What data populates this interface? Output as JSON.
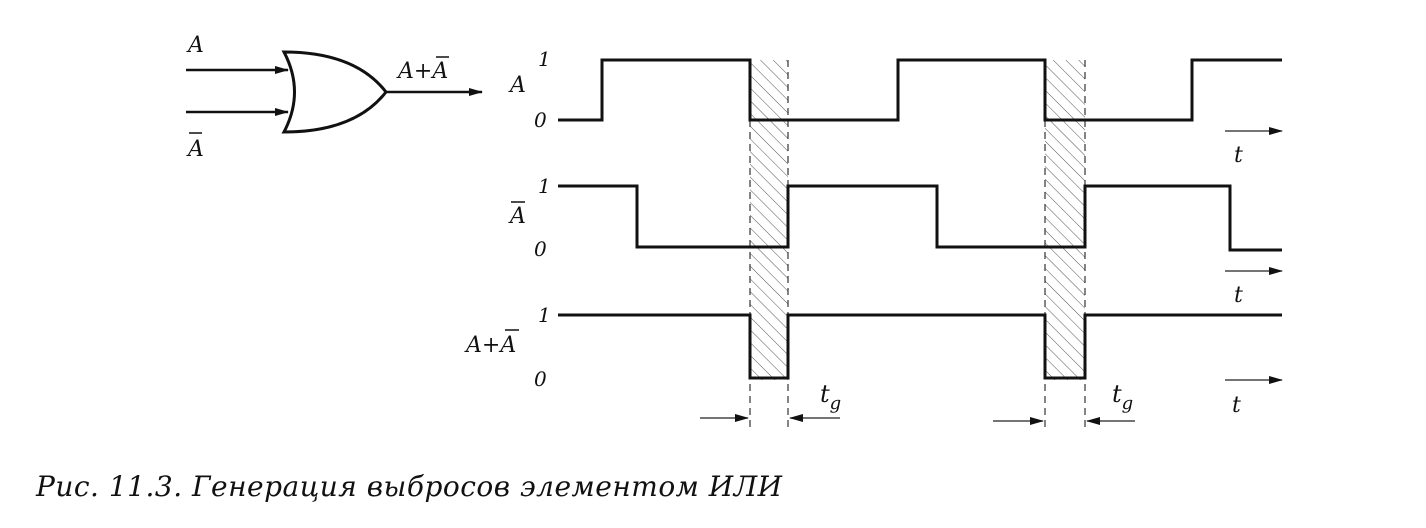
{
  "gate": {
    "input_a": "A",
    "input_not_a": "A",
    "output": "A+A"
  },
  "timing": {
    "signals": [
      {
        "name": "A",
        "overbar": false,
        "high": "1",
        "low": "0"
      },
      {
        "name": "A",
        "overbar": true,
        "high": "1",
        "low": "0"
      },
      {
        "name": "A+A",
        "overbar": "second",
        "high": "1",
        "low": "0"
      }
    ],
    "time_axis_label": "t",
    "glitch_width_label": "t",
    "glitch_width_subscript": "g"
  },
  "caption": "Рис. 11.3. Генерация выбросов элементом ИЛИ"
}
